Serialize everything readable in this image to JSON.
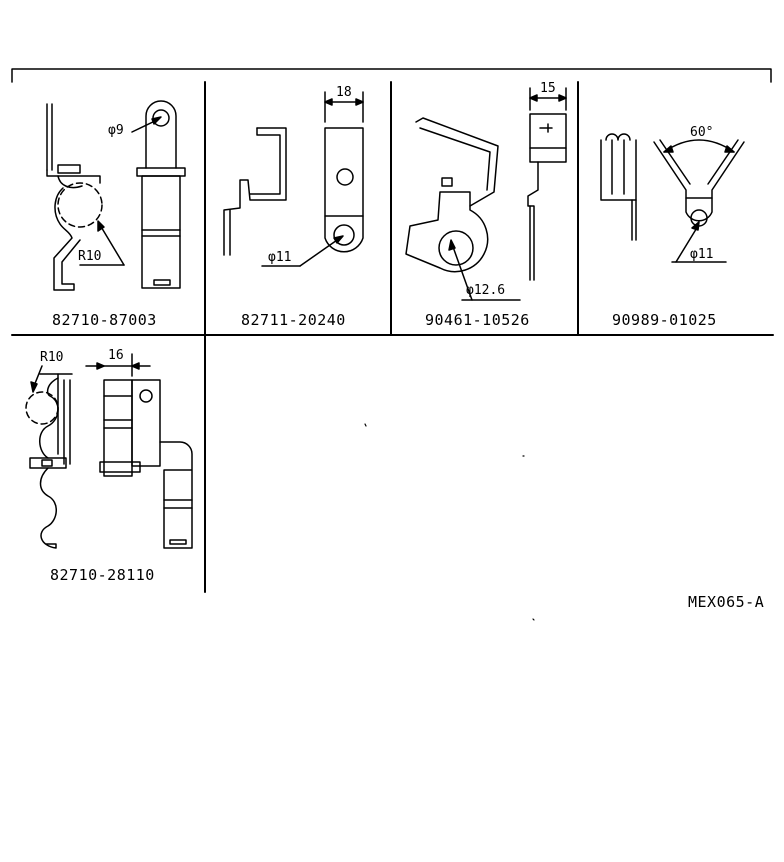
{
  "parts": [
    {
      "part_number": "82710-87003",
      "dims": [
        "φ9",
        "R10"
      ]
    },
    {
      "part_number": "82711-20240",
      "dims": [
        "18",
        "φ11"
      ]
    },
    {
      "part_number": "90461-10526",
      "dims": [
        "15",
        "φ12.6"
      ]
    },
    {
      "part_number": "90989-01025",
      "dims": [
        "60°",
        "φ11"
      ]
    },
    {
      "part_number": "82710-28110",
      "dims": [
        "R10",
        "16"
      ]
    }
  ],
  "diagram_code": "MEX065-A"
}
